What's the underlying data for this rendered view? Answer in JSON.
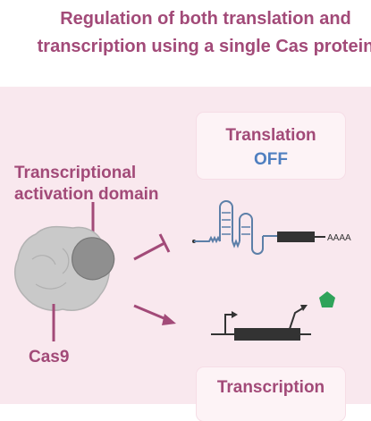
{
  "title": {
    "line1": "Regulation of both translation and",
    "line2": "transcription using a single Cas protein"
  },
  "labels": {
    "domain_line1": "Transcriptional",
    "domain_line2": "activation domain",
    "cas9": "Cas9",
    "polyA": "AAAA"
  },
  "cards": {
    "translation_title": "Translation",
    "translation_state": "OFF",
    "transcription_title": "Transcription"
  },
  "colors": {
    "accent": "#a24a78",
    "off_blue": "#4f7fc0",
    "rna_blue": "#5c7fa8",
    "gene_dark": "#333333",
    "product_green": "#2fa35a",
    "protein_gray": "#c9c9c9"
  }
}
